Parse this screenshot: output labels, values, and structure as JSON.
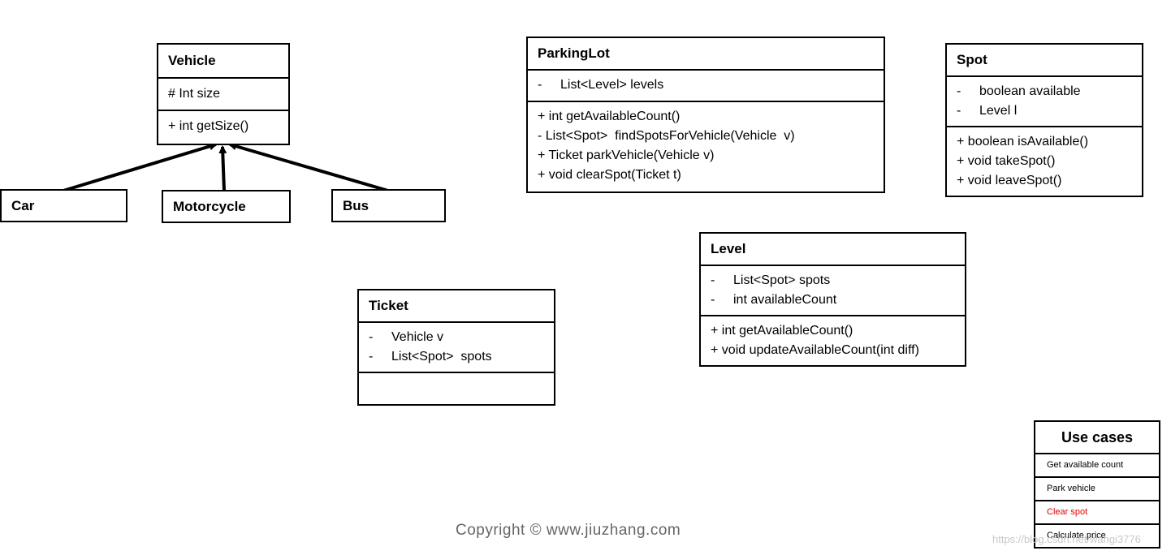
{
  "classes": {
    "vehicle": {
      "name": "Vehicle",
      "attributes": [
        "# Int size"
      ],
      "methods": [
        "+ int getSize()"
      ]
    },
    "parking_lot": {
      "name": "ParkingLot",
      "attributes": [
        {
          "vis": "-",
          "text": "List<Level> levels"
        }
      ],
      "methods": [
        "+ int getAvailableCount()",
        "- List<Spot>  findSpotsForVehicle(Vehicle  v)",
        "+ Ticket parkVehicle(Vehicle v)",
        "+ void clearSpot(Ticket t)"
      ]
    },
    "spot": {
      "name": "Spot",
      "attributes": [
        {
          "vis": "-",
          "text": "boolean available"
        },
        {
          "vis": "-",
          "text": "Level l"
        }
      ],
      "methods": [
        "+ boolean isAvailable()",
        "+ void takeSpot()",
        "+ void leaveSpot()"
      ]
    },
    "level": {
      "name": "Level",
      "attributes": [
        {
          "vis": "-",
          "text": "List<Spot> spots"
        },
        {
          "vis": "-",
          "text": "int availableCount"
        }
      ],
      "methods": [
        "+ int getAvailableCount()",
        "+ void updateAvailableCount(int diff)"
      ]
    },
    "ticket": {
      "name": "Ticket",
      "attributes": [
        {
          "vis": "-",
          "text": "Vehicle v"
        },
        {
          "vis": "-",
          "text": "List<Spot>  spots"
        }
      ],
      "methods": []
    }
  },
  "subclasses": {
    "car": "Car",
    "motorcycle": "Motorcycle",
    "bus": "Bus"
  },
  "use_cases": {
    "title": "Use cases",
    "items": [
      {
        "label": "Get available count",
        "color": "#000000"
      },
      {
        "label": "Park vehicle",
        "color": "#000000"
      },
      {
        "label": "Clear spot",
        "color": "#e00000"
      },
      {
        "label": "Calculate price",
        "color": "#000000"
      }
    ]
  },
  "footer": {
    "copyright": "Copyright © www.jiuzhang.com",
    "watermark": "https://blog.csdn.net/wangi3776"
  }
}
